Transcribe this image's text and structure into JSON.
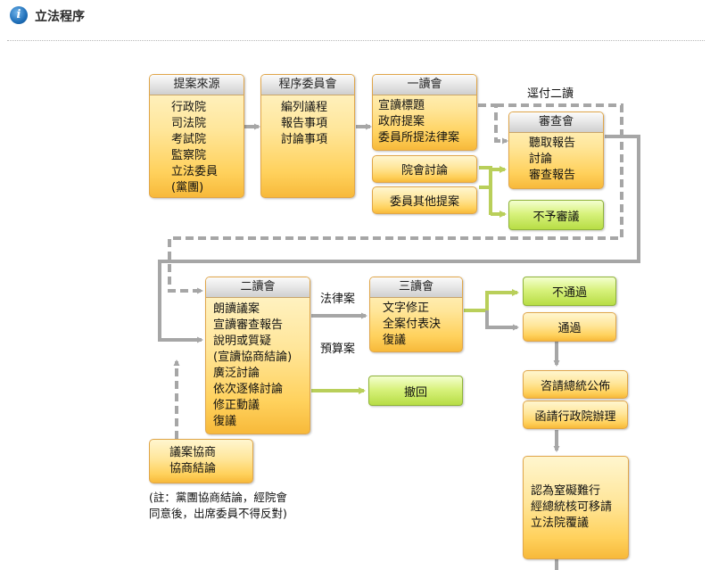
{
  "header": {
    "title": "立法程序",
    "icon": "info-icon"
  },
  "boxes": {
    "source": {
      "title": "提案來源",
      "items": [
        "行政院",
        "司法院",
        "考試院",
        "監察院",
        "立法委員",
        "(黨團)"
      ]
    },
    "committee": {
      "title": "程序委員會",
      "items": [
        "編列議程",
        "報告事項",
        "討論事項"
      ]
    },
    "first": {
      "title": "一讀會",
      "items": [
        "宣讀標題",
        "政府提案",
        "委員所提法律案"
      ]
    },
    "plenary": "院會討論",
    "other_proposal": "委員其他提案",
    "review": {
      "title": "審查會",
      "items": [
        "聽取報告",
        "討論",
        "審查報告"
      ]
    },
    "no_review": "不予審議",
    "second": {
      "title": "二讀會",
      "items": [
        "朗讀議案",
        "宣讀審查報告",
        "說明或質疑",
        "(宣讀協商結論)",
        "廣泛討論",
        "依次逐條討論",
        "修正動議",
        "復議"
      ]
    },
    "third": {
      "title": "三讀會",
      "items": [
        "文字修正",
        "全案付表決",
        "復議"
      ]
    },
    "withdraw": "撤回",
    "fail": "不通過",
    "pass": "通過",
    "promulgate": "咨請總統公佈",
    "executive": "函請行政院辦理",
    "difficult": [
      "認為窒礙難行",
      "經總統核可移請",
      "立法院覆議"
    ],
    "negotiation": [
      "議案協商",
      "協商結論"
    ]
  },
  "labels": {
    "send_second": "逕付二讀",
    "law_bill": "法律案",
    "budget_bill": "預算案"
  },
  "note": [
    "(註：黨團協商結論，經院會",
    "同意後，出席委員不得反對)"
  ],
  "colors": {
    "arrow_gray": "#a6a6a6",
    "arrow_green": "#b9cf5a",
    "box_orange": "#ffd15c",
    "box_green": "#c6e65a"
  }
}
